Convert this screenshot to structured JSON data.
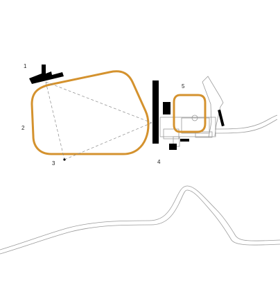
{
  "colors": {
    "route": "#d4922e",
    "building": "#000000",
    "outline": "#9a9a9a",
    "sightline": "#888888"
  },
  "labels": {
    "l1": "1",
    "l2": "2",
    "l3": "3",
    "l4": "4",
    "l5": "5"
  }
}
